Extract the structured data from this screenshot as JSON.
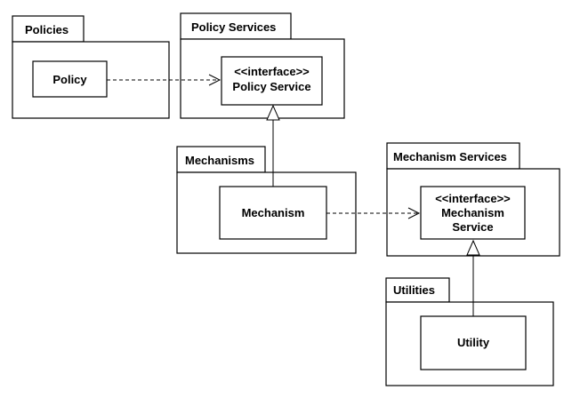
{
  "packages": {
    "policies": {
      "label": "Policies"
    },
    "policy_services": {
      "label": "Policy Services"
    },
    "mechanisms": {
      "label": "Mechanisms"
    },
    "mechanism_services": {
      "label": "Mechanism Services"
    },
    "utilities": {
      "label": "Utilities"
    }
  },
  "classes": {
    "policy": {
      "label": "Policy"
    },
    "policy_service": {
      "stereotype": "<<interface>>",
      "label": "Policy Service"
    },
    "mechanism": {
      "label": "Mechanism"
    },
    "mechanism_service": {
      "stereotype": "<<interface>>",
      "label_line1": "Mechanism",
      "label_line2": "Service"
    },
    "utility": {
      "label": "Utility"
    }
  }
}
